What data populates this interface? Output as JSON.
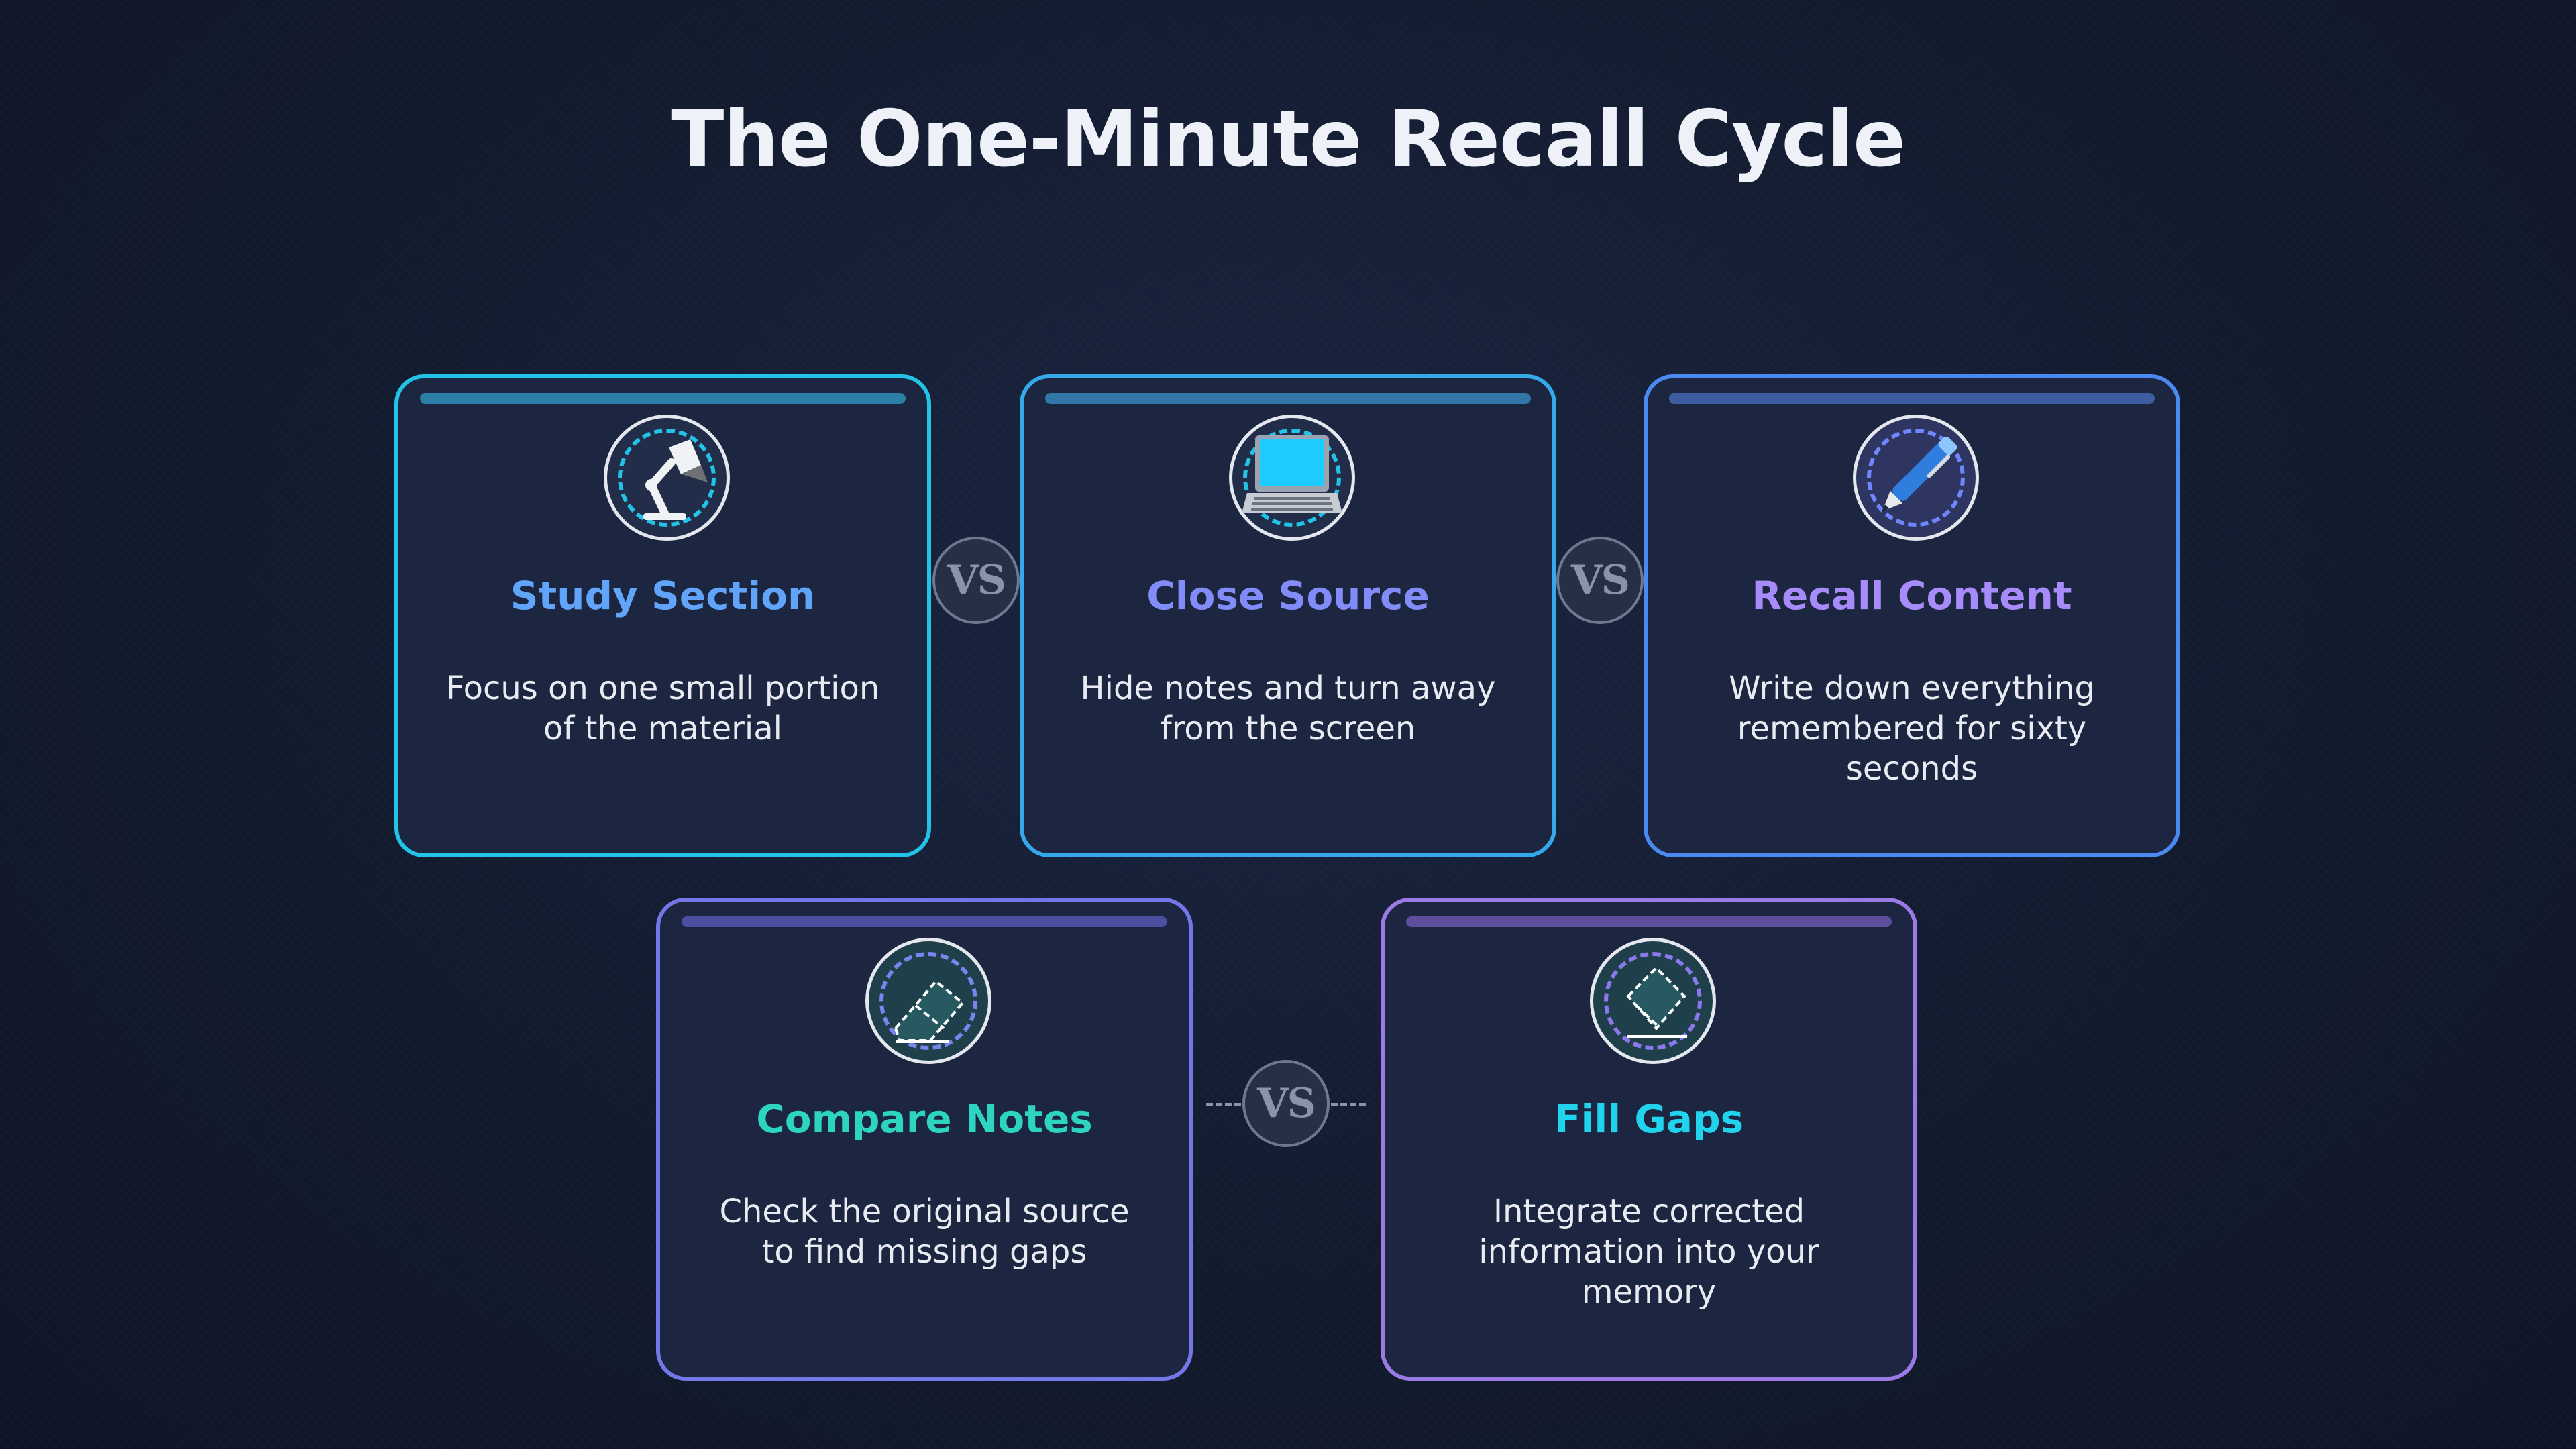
{
  "title": "The One-Minute Recall Cycle",
  "connector_label": "VS",
  "steps": [
    {
      "title": "Study Section",
      "description": "Focus on one small portion of the material",
      "icon": "desk-lamp-icon",
      "accent": "#60a5fa",
      "border": "#22c3e6"
    },
    {
      "title": "Close Source",
      "description": "Hide notes and turn away from the screen",
      "icon": "laptop-icon",
      "accent": "#818cf8",
      "border": "#34a8e8"
    },
    {
      "title": "Recall Content",
      "description": "Write down everything remembered for sixty seconds",
      "icon": "pen-icon",
      "accent": "#a78bfa",
      "border": "#4a8af0"
    },
    {
      "title": "Compare Notes",
      "description": "Check the original source to find missing gaps",
      "icon": "eraser-icon",
      "accent": "#2dd4bf",
      "border": "#7377e8"
    },
    {
      "title": "Fill Gaps",
      "description": "Integrate corrected information into your memory",
      "icon": "eraser-icon",
      "accent": "#22d3ee",
      "border": "#9b7ae6"
    }
  ]
}
